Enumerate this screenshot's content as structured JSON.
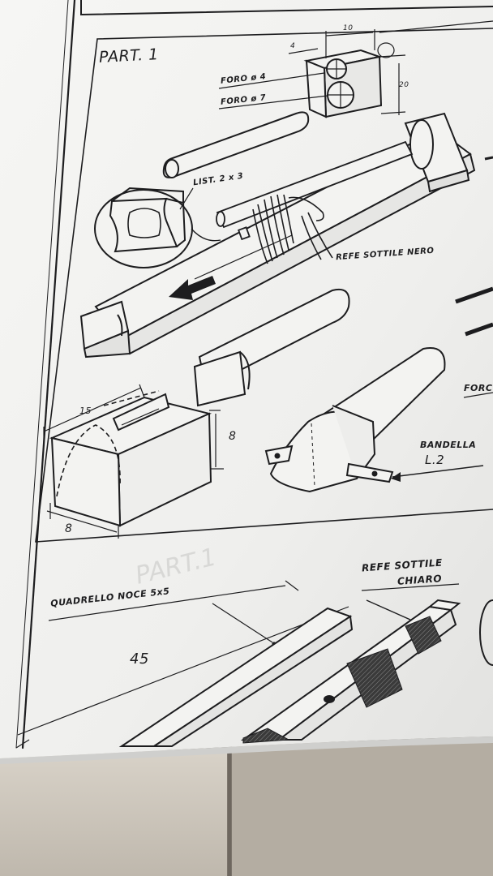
{
  "sheet": {
    "part_title": "PART. 1",
    "labels": {
      "foro_4": "FORO ø 4",
      "foro_7": "FORO ø 7",
      "list": "LIST. 2 x 3",
      "refe_nero": "REFE SOTTILE NERO",
      "forc": "FORC",
      "bandella": "BANDELLA",
      "l2": "L.2",
      "refe_chiaro_1": "REFE SOTTILE",
      "refe_chiaro_2": "CHIARO",
      "quadrello": "QUADRELLO NOCE 5x5"
    },
    "dimensions": {
      "d10": "10",
      "d20": "20",
      "d4": "4",
      "d15": "15",
      "d8_side": "8",
      "d8_bottom": "8",
      "d45": "45"
    },
    "colors": {
      "ink": "#1d1d1f",
      "paper": "#f3f3f1",
      "paper_shadow": "#d9d9d7",
      "table_top": "#8b857c",
      "table_bottom": "#b8b1a6"
    }
  }
}
